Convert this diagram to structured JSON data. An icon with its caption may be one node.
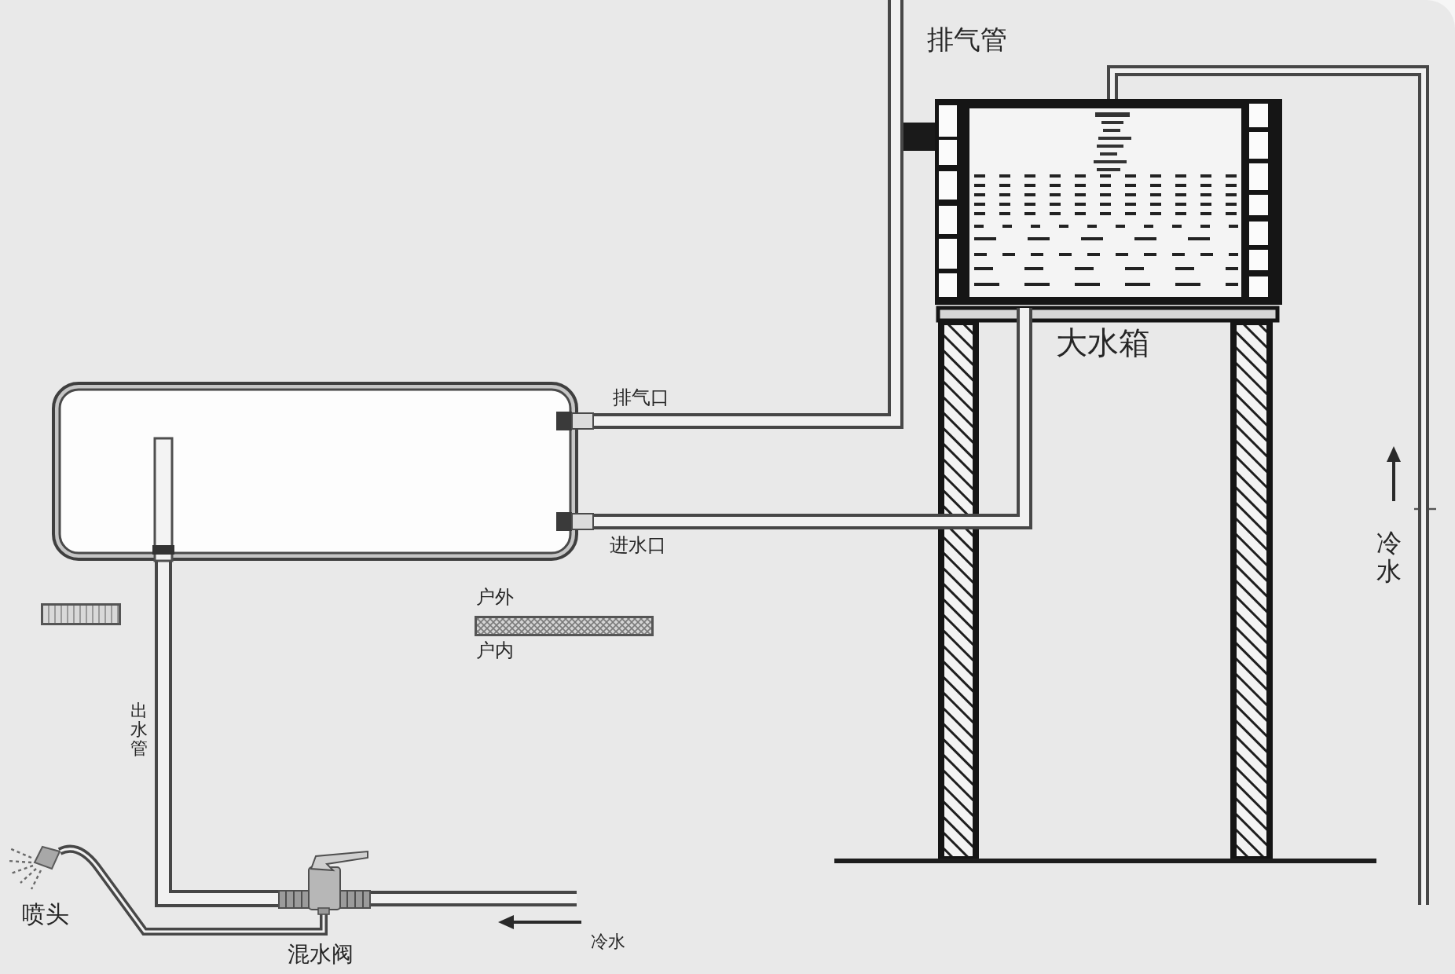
{
  "diagram": {
    "nodes": [
      {
        "text": [],
        "shape": "picture",
        "beside": [
          "大水箱"
        ]
      },
      {
        "text": [],
        "shape": "box"
      },
      {
        "text": [],
        "shape": "bar"
      },
      {
        "text": [],
        "shape": "bar",
        "beside": [
          "户外",
          "户内"
        ]
      },
      {
        "text": [],
        "shape": "picture",
        "beside": [
          "喷头"
        ]
      },
      {
        "text": [],
        "shape": "picture",
        "beside": [
          "混水阀"
        ]
      }
    ],
    "edges": [
      {
        "from": 1,
        "to": null,
        "arrow": "none",
        "label": "排气管"
      },
      {
        "from": 0,
        "to": 1,
        "arrow": "none"
      },
      {
        "from": 1,
        "to": 5,
        "arrow": "none",
        "label": "出水管"
      },
      {
        "from": null,
        "to": 5,
        "arrow": "none",
        "label": "冷水"
      },
      {
        "from": 5,
        "to": 4,
        "arrow": "none"
      },
      {
        "from": null,
        "to": 0,
        "arrow": "none",
        "label": "冷水"
      }
    ],
    "labels": [
      "排气口",
      "进水口"
    ]
  }
}
